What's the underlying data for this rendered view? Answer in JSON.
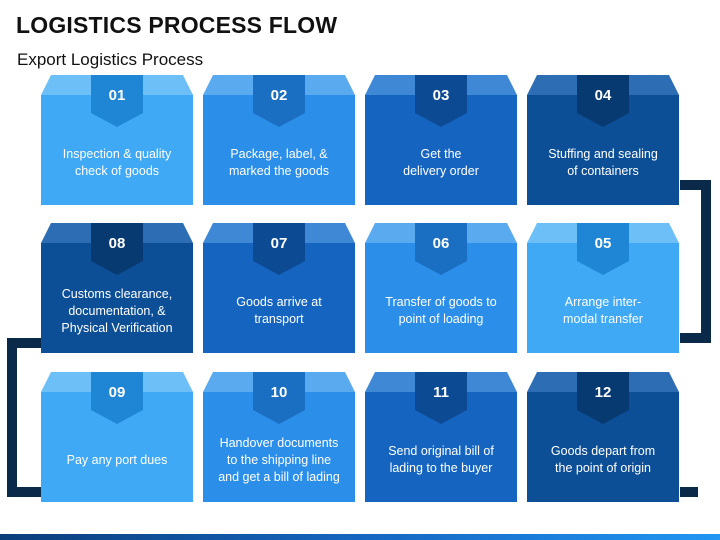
{
  "header": {
    "title": "LOGISTICS PROCESS FLOW",
    "subtitle": "Export Logistics Process"
  },
  "steps": [
    {
      "number": "01",
      "label": "Inspection & quality\ncheck of goods",
      "color": "#3fa9f5",
      "top_color": "#6cc0f7",
      "tab_color": "#1f86d6"
    },
    {
      "number": "02",
      "label": "Package, label, &\nmarked the goods",
      "color": "#2b8ee8",
      "top_color": "#5aaaf0",
      "tab_color": "#1a6fc2"
    },
    {
      "number": "03",
      "label": "Get the\ndelivery order",
      "color": "#1565c0",
      "top_color": "#3f88d6",
      "tab_color": "#0d4a94"
    },
    {
      "number": "04",
      "label": "Stuffing and sealing\nof containers",
      "color": "#0d4f96",
      "top_color": "#2d6db3",
      "tab_color": "#083a72"
    },
    {
      "number": "05",
      "label": "Arrange inter-\nmodal transfer",
      "color": "#3fa9f5",
      "top_color": "#6cc0f7",
      "tab_color": "#1f86d6"
    },
    {
      "number": "06",
      "label": "Transfer of goods to\npoint of loading",
      "color": "#2b8ee8",
      "top_color": "#5aaaf0",
      "tab_color": "#1a6fc2"
    },
    {
      "number": "07",
      "label": "Goods arrive at\ntransport",
      "color": "#1565c0",
      "top_color": "#3f88d6",
      "tab_color": "#0d4a94"
    },
    {
      "number": "08",
      "label": "Customs clearance,\ndocumentation, &\nPhysical Verification",
      "color": "#0d4f96",
      "top_color": "#2d6db3",
      "tab_color": "#083a72"
    },
    {
      "number": "09",
      "label": "Pay any port dues",
      "color": "#3fa9f5",
      "top_color": "#6cc0f7",
      "tab_color": "#1f86d6"
    },
    {
      "number": "10",
      "label": "Handover documents\nto the shipping line\nand get a bill of lading",
      "color": "#2b8ee8",
      "top_color": "#5aaaf0",
      "tab_color": "#1a6fc2"
    },
    {
      "number": "11",
      "label": "Send original bill of\nlading to the buyer",
      "color": "#1565c0",
      "top_color": "#3f88d6",
      "tab_color": "#0d4a94"
    },
    {
      "number": "12",
      "label": "Goods depart from\nthe point of origin",
      "color": "#0d4f96",
      "top_color": "#2d6db3",
      "tab_color": "#083a72"
    }
  ],
  "connector_color": "#0b2a4a"
}
